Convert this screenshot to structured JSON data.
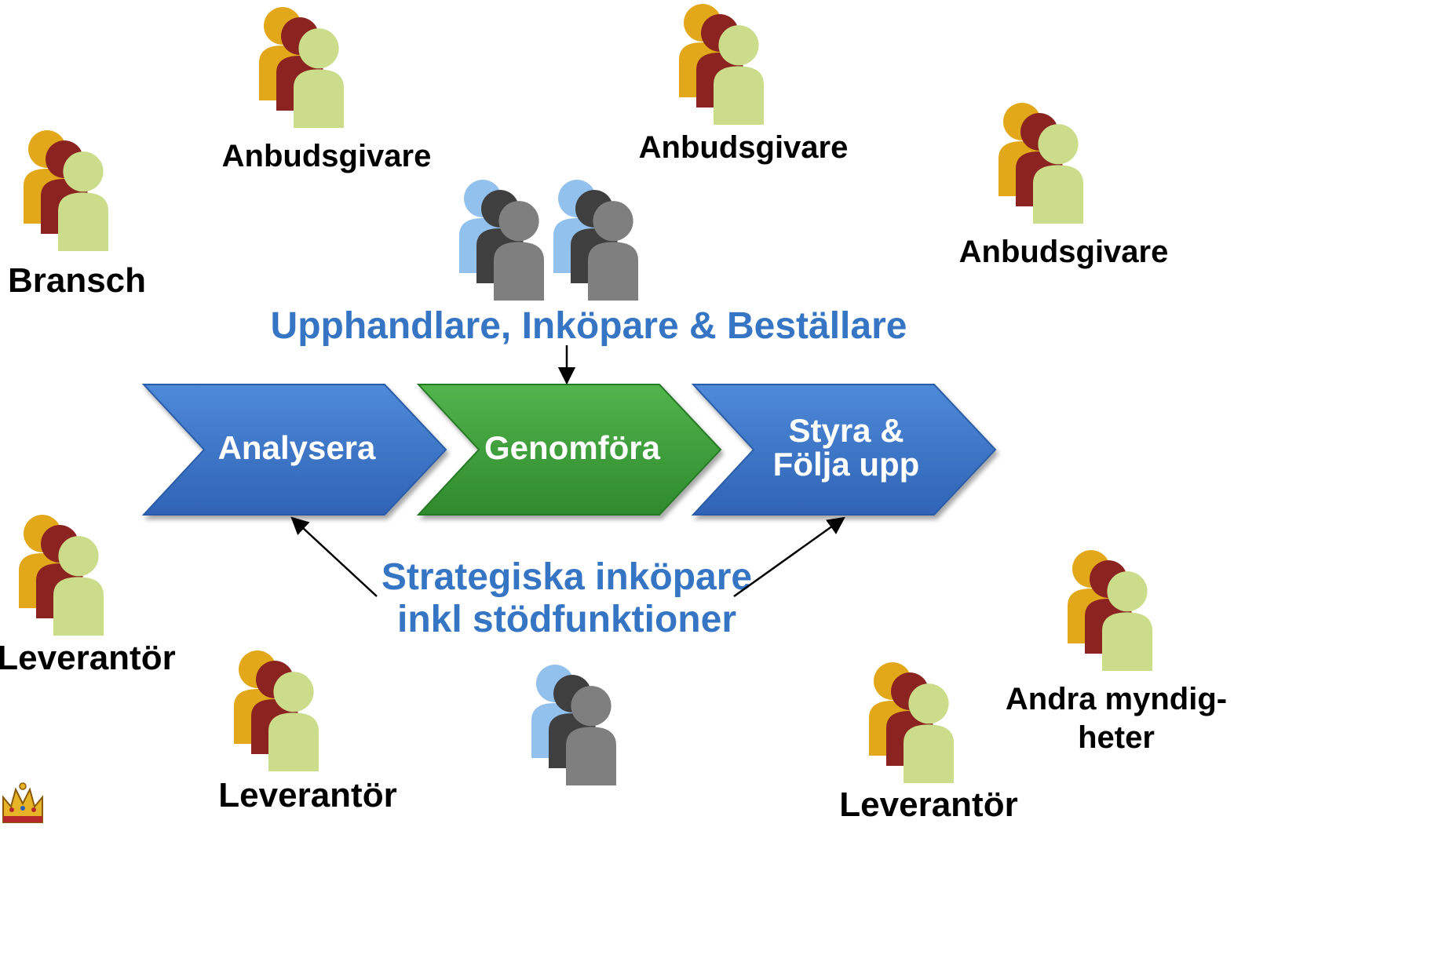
{
  "colors": {
    "stakeholder_back": "#E3A81A",
    "stakeholder_middle": "#8B2420",
    "stakeholder_front": "#CBDD8A",
    "staff_back": "#93C1EE",
    "staff_middle": "#3F3F3F",
    "staff_front": "#7F7F7F",
    "role_text": "#3575C4",
    "step_blue": "#3A74C8",
    "step_green": "#3D9F3A"
  },
  "stakeholders": {
    "bransch": "Bransch",
    "anbudsgivare_left": "Anbudsgivare",
    "anbudsgivare_center": "Anbudsgivare",
    "anbudsgivare_right": "Anbudsgivare",
    "leverantor_left": "Leverantör",
    "leverantor_bottom_left": "Leverantör",
    "leverantor_bottom_right": "Leverantör",
    "andra_myndigheter_line1": "Andra myndig-",
    "andra_myndigheter_line2": "heter"
  },
  "roles": {
    "upphandlare": "Upphandlare, Inköpare & Beställare",
    "strategiska_line1": "Strategiska inköpare",
    "strategiska_line2": "inkl stödfunktioner"
  },
  "steps": {
    "analysera": "Analysera",
    "genomfora": "Genomföra",
    "styra_line1": "Styra &",
    "styra_line2": "Följa upp"
  }
}
